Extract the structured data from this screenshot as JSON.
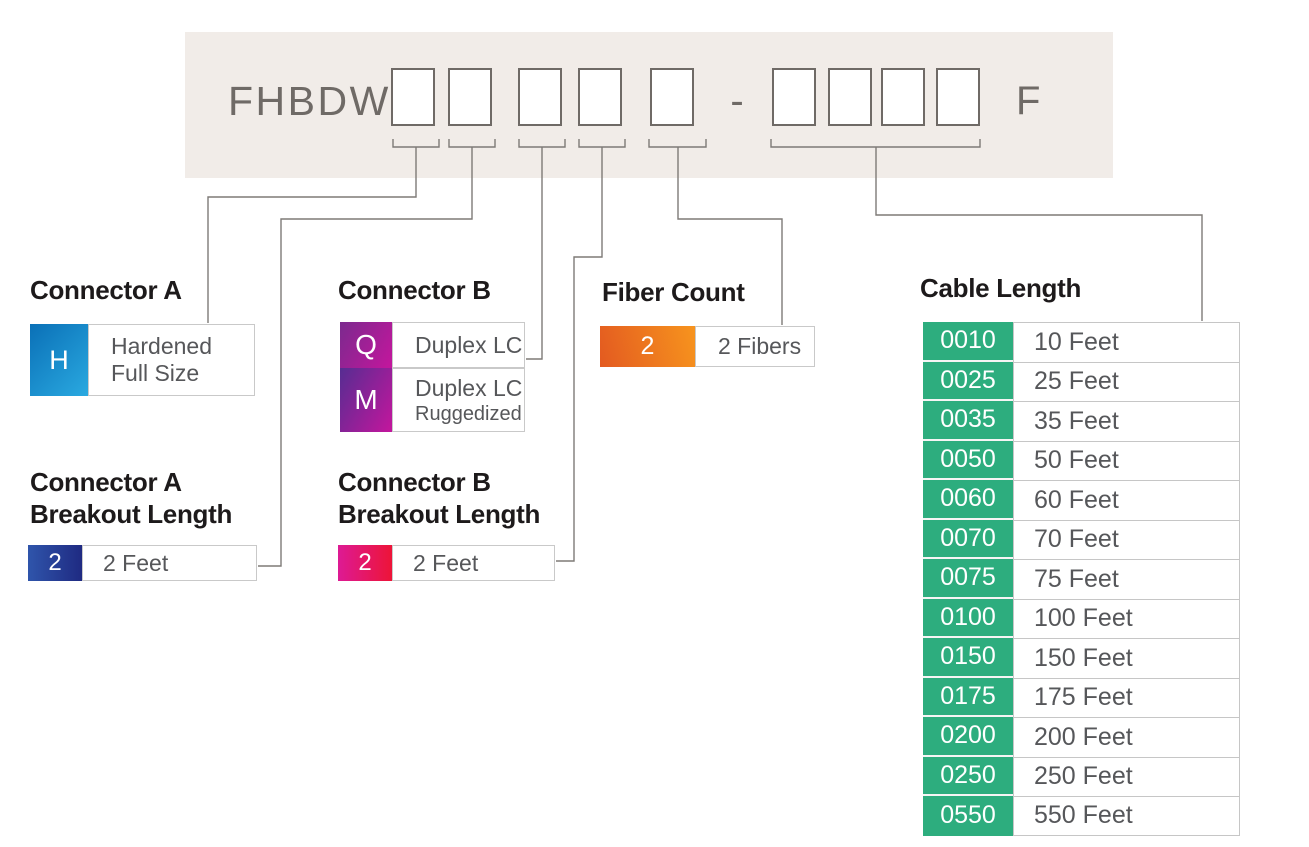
{
  "header": {
    "prefix": "FHBDW",
    "separator": "-",
    "mid_separator": "-",
    "suffix": "F"
  },
  "sections": {
    "connector_a": {
      "title": "Connector A",
      "option": {
        "code": "H",
        "label_line1": "Hardened",
        "label_line2": "Full Size"
      }
    },
    "connector_b": {
      "title": "Connector B",
      "options": [
        {
          "code": "Q",
          "label": "Duplex LC"
        },
        {
          "code": "M",
          "label": "Duplex LC",
          "sublabel": "Ruggedized"
        }
      ]
    },
    "fiber_count": {
      "title": "Fiber Count",
      "option": {
        "code": "2",
        "label": "2 Fibers"
      }
    },
    "connector_a_breakout": {
      "title_line1": "Connector A",
      "title_line2": "Breakout Length",
      "option": {
        "code": "2",
        "label": "2 Feet"
      }
    },
    "connector_b_breakout": {
      "title_line1": "Connector B",
      "title_line2": "Breakout Length",
      "option": {
        "code": "2",
        "label": "2 Feet"
      }
    },
    "cable_length": {
      "title": "Cable Length",
      "rows": [
        {
          "code": "0010",
          "label": "10 Feet"
        },
        {
          "code": "0025",
          "label": "25 Feet"
        },
        {
          "code": "0035",
          "label": "35 Feet"
        },
        {
          "code": "0050",
          "label": "50 Feet"
        },
        {
          "code": "0060",
          "label": "60 Feet"
        },
        {
          "code": "0070",
          "label": "70 Feet"
        },
        {
          "code": "0075",
          "label": "75 Feet"
        },
        {
          "code": "0100",
          "label": "100 Feet"
        },
        {
          "code": "0150",
          "label": "150 Feet"
        },
        {
          "code": "0175",
          "label": "175 Feet"
        },
        {
          "code": "0200",
          "label": "200 Feet"
        },
        {
          "code": "0250",
          "label": "250 Feet"
        },
        {
          "code": "0550",
          "label": "550 Feet"
        }
      ]
    }
  },
  "colors": {
    "band_background": "#f1ece8",
    "part_number_gray": "#6f6a66",
    "line_gray": "#7e7a77",
    "title_black": "#1d1a1b",
    "label_gray": "#56575a",
    "connector_a_chip": [
      "#0a70b7",
      "#2aa9e0"
    ],
    "connector_b_chip_q": [
      "#7b2a8e",
      "#c4169d"
    ],
    "connector_b_chip_m": [
      "#562d92",
      "#c4169d"
    ],
    "fiber_count_chip": [
      "#e35a20",
      "#f7941e"
    ],
    "connector_a_breakout_chip": [
      "#2f55ab",
      "#1f2a82"
    ],
    "connector_b_breakout_chip": [
      "#dd1a94",
      "#ed1438"
    ],
    "cable_length_green": "#2dad7e"
  }
}
